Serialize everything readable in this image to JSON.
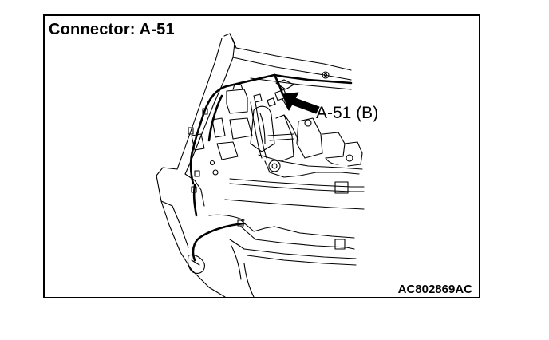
{
  "figure": {
    "title": "Connector: A-51",
    "callout_label": "A-51 (B)",
    "figure_code": "AC802869AC"
  },
  "colors": {
    "line": "#000000",
    "background": "#ffffff"
  },
  "icons": {
    "pointer": "callout-arrow-icon"
  }
}
